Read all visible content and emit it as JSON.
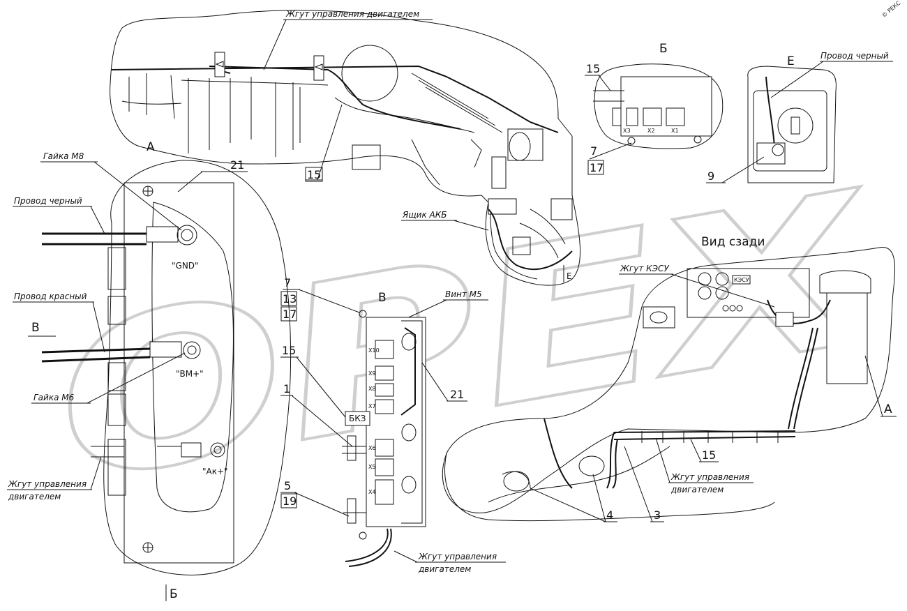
{
  "labels": {
    "harness_engine_top": "Жгут управления двигателем",
    "view_b": "Б",
    "view_e": "Е",
    "wire_black_e": "Провод черный",
    "view_a": "А",
    "nut_m8": "Гайка М8",
    "wire_black": "Провод черный",
    "wire_red": "Провод красный",
    "view_v": "В",
    "gnd": "\"GND\"",
    "bm_plus": "\"ВМ+\"",
    "nut_m6": "Гайка М6",
    "ak_plus": "\"Ак+\"",
    "harness_engine_left_1": "Жгут управления",
    "harness_engine_left_2": "двигателем",
    "battery_box": "Ящик АКБ",
    "view_v_center": "В",
    "screw_m5": "Винт М5",
    "bkz": "БКЗ",
    "harness_engine_bottom_1": "Жгут управления",
    "harness_engine_bottom_2": "двигателем",
    "rear_view": "Вид сзади",
    "harness_kesu": "Жгут КЭСУ",
    "harness_engine_right_1": "Жгут управления",
    "harness_engine_right_2": "двигателем",
    "view_a_right": "А",
    "view_e_small": "Е",
    "view_b_bottom": "Б",
    "kesu_panel": "КЭСУ",
    "copyright": "© РЕКС"
  },
  "connectors_b": [
    "Х3",
    "Х2",
    "Х1"
  ],
  "connectors_v": [
    "Х10",
    "Х9",
    "Х8",
    "Х7",
    "Х6",
    "Х5",
    "Х4"
  ],
  "callouts": {
    "n15_top": "15",
    "n15_b": "15",
    "n7_b": "7",
    "n17_b": "17",
    "n9": "9",
    "n21_a": "21",
    "n7_v": "7",
    "n13_v": "13",
    "n17_v": "17",
    "n15_v": "15",
    "n1_v": "1",
    "n21_v": "21",
    "n5_v": "5",
    "n19_v": "19",
    "n15_right": "15",
    "n4": "4",
    "n3": "3"
  },
  "watermark": "ОРЕХ"
}
